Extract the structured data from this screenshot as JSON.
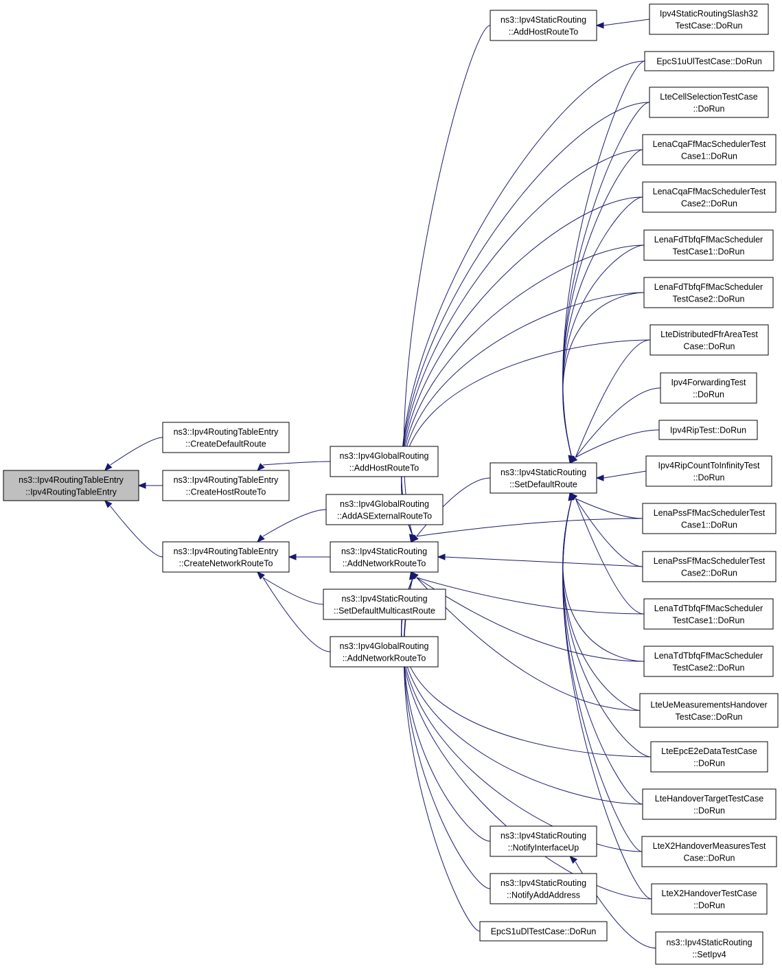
{
  "graph": {
    "type": "call-graph",
    "edge_color": "#191970",
    "root_fill": "#bfbfbf",
    "nodes": [
      {
        "id": "root",
        "lines": [
          "ns3::Ipv4RoutingTableEntry",
          "::Ipv4RoutingTableEntry"
        ],
        "root": true
      },
      {
        "id": "createDefaultRoute",
        "lines": [
          "ns3::Ipv4RoutingTableEntry",
          "::CreateDefaultRoute"
        ]
      },
      {
        "id": "createHostRouteTo",
        "lines": [
          "ns3::Ipv4RoutingTableEntry",
          "::CreateHostRouteTo"
        ]
      },
      {
        "id": "createNetworkRouteTo",
        "lines": [
          "ns3::Ipv4RoutingTableEntry",
          "::CreateNetworkRouteTo"
        ]
      },
      {
        "id": "globalAddHostRouteTo",
        "lines": [
          "ns3::Ipv4GlobalRouting",
          "::AddHostRouteTo"
        ]
      },
      {
        "id": "globalAddASExternalRouteTo",
        "lines": [
          "ns3::Ipv4GlobalRouting",
          "::AddASExternalRouteTo"
        ]
      },
      {
        "id": "staticAddNetworkRouteTo",
        "lines": [
          "ns3::Ipv4StaticRouting",
          "::AddNetworkRouteTo"
        ]
      },
      {
        "id": "staticSetDefaultMulticastRoute",
        "lines": [
          "ns3::Ipv4StaticRouting",
          "::SetDefaultMulticastRoute"
        ]
      },
      {
        "id": "globalAddNetworkRouteTo",
        "lines": [
          "ns3::Ipv4GlobalRouting",
          "::AddNetworkRouteTo"
        ]
      },
      {
        "id": "staticAddHostRouteTo",
        "lines": [
          "ns3::Ipv4StaticRouting",
          "::AddHostRouteTo"
        ]
      },
      {
        "id": "staticSetDefaultRoute",
        "lines": [
          "ns3::Ipv4StaticRouting",
          "::SetDefaultRoute"
        ]
      },
      {
        "id": "staticNotifyInterfaceUp",
        "lines": [
          "ns3::Ipv4StaticRouting",
          "::NotifyInterfaceUp"
        ]
      },
      {
        "id": "staticNotifyAddAddress",
        "lines": [
          "ns3::Ipv4StaticRouting",
          "::NotifyAddAddress"
        ]
      },
      {
        "id": "epcS1uDlDoRun",
        "lines": [
          "EpcS1uDlTestCase::DoRun"
        ]
      },
      {
        "id": "slash32",
        "lines": [
          "Ipv4StaticRoutingSlash32",
          "TestCase::DoRun"
        ]
      },
      {
        "id": "epcS1uUl",
        "lines": [
          "EpcS1uUlTestCase::DoRun"
        ]
      },
      {
        "id": "lteCellSelection",
        "lines": [
          "LteCellSelectionTestCase",
          "::DoRun"
        ]
      },
      {
        "id": "cqa1",
        "lines": [
          "LenaCqaFfMacSchedulerTest",
          "Case1::DoRun"
        ]
      },
      {
        "id": "cqa2",
        "lines": [
          "LenaCqaFfMacSchedulerTest",
          "Case2::DoRun"
        ]
      },
      {
        "id": "fdtbfq1",
        "lines": [
          "LenaFdTbfqFfMacScheduler",
          "TestCase1::DoRun"
        ]
      },
      {
        "id": "fdtbfq2",
        "lines": [
          "LenaFdTbfqFfMacScheduler",
          "TestCase2::DoRun"
        ]
      },
      {
        "id": "lteDistFfr",
        "lines": [
          "LteDistributedFfrAreaTest",
          "Case::DoRun"
        ]
      },
      {
        "id": "ipv4Forwarding",
        "lines": [
          "Ipv4ForwardingTest",
          "::DoRun"
        ]
      },
      {
        "id": "ipv4Rip",
        "lines": [
          "Ipv4RipTest::DoRun"
        ]
      },
      {
        "id": "ipv4RipCount",
        "lines": [
          "Ipv4RipCountToInfinityTest",
          "::DoRun"
        ]
      },
      {
        "id": "pss1",
        "lines": [
          "LenaPssFfMacSchedulerTest",
          "Case1::DoRun"
        ]
      },
      {
        "id": "pss2",
        "lines": [
          "LenaPssFfMacSchedulerTest",
          "Case2::DoRun"
        ]
      },
      {
        "id": "tdtbfq1",
        "lines": [
          "LenaTdTbfqFfMacScheduler",
          "TestCase1::DoRun"
        ]
      },
      {
        "id": "tdtbfq2",
        "lines": [
          "LenaTdTbfqFfMacScheduler",
          "TestCase2::DoRun"
        ]
      },
      {
        "id": "lteUeMeas",
        "lines": [
          "LteUeMeasurementsHandover",
          "TestCase::DoRun"
        ]
      },
      {
        "id": "lteEpcE2e",
        "lines": [
          "LteEpcE2eDataTestCase",
          "::DoRun"
        ]
      },
      {
        "id": "lteHandoverTarget",
        "lines": [
          "LteHandoverTargetTestCase",
          "::DoRun"
        ]
      },
      {
        "id": "lteX2Measures",
        "lines": [
          "LteX2HandoverMeasuresTest",
          "Case::DoRun"
        ]
      },
      {
        "id": "lteX2Handover",
        "lines": [
          "LteX2HandoverTestCase",
          "::DoRun"
        ]
      },
      {
        "id": "staticSetIpv4",
        "lines": [
          "ns3::Ipv4StaticRouting",
          "::SetIpv4"
        ]
      }
    ],
    "edges": [
      [
        "createDefaultRoute",
        "root"
      ],
      [
        "createHostRouteTo",
        "root"
      ],
      [
        "createNetworkRouteTo",
        "root"
      ],
      [
        "globalAddHostRouteTo",
        "createHostRouteTo"
      ],
      [
        "globalAddASExternalRouteTo",
        "createNetworkRouteTo"
      ],
      [
        "staticAddNetworkRouteTo",
        "createNetworkRouteTo"
      ],
      [
        "staticSetDefaultMulticastRoute",
        "createNetworkRouteTo"
      ],
      [
        "globalAddNetworkRouteTo",
        "createNetworkRouteTo"
      ],
      [
        "staticAddHostRouteTo",
        "staticAddNetworkRouteTo"
      ],
      [
        "staticSetDefaultRoute",
        "staticAddNetworkRouteTo"
      ],
      [
        "staticNotifyInterfaceUp",
        "staticAddNetworkRouteTo"
      ],
      [
        "staticNotifyAddAddress",
        "staticAddNetworkRouteTo"
      ],
      [
        "epcS1uDlDoRun",
        "staticAddNetworkRouteTo"
      ],
      [
        "slash32",
        "staticAddHostRouteTo"
      ],
      [
        "epcS1uUl",
        "staticAddNetworkRouteTo"
      ],
      [
        "lteCellSelection",
        "staticAddNetworkRouteTo"
      ],
      [
        "cqa1",
        "staticAddNetworkRouteTo"
      ],
      [
        "cqa2",
        "staticAddNetworkRouteTo"
      ],
      [
        "fdtbfq1",
        "staticAddNetworkRouteTo"
      ],
      [
        "fdtbfq2",
        "staticAddNetworkRouteTo"
      ],
      [
        "lteDistFfr",
        "staticAddNetworkRouteTo"
      ],
      [
        "pss1",
        "staticAddNetworkRouteTo"
      ],
      [
        "pss2",
        "staticAddNetworkRouteTo"
      ],
      [
        "tdtbfq1",
        "staticAddNetworkRouteTo"
      ],
      [
        "tdtbfq2",
        "staticAddNetworkRouteTo"
      ],
      [
        "lteUeMeas",
        "staticAddNetworkRouteTo"
      ],
      [
        "lteEpcE2e",
        "staticAddNetworkRouteTo"
      ],
      [
        "lteHandoverTarget",
        "staticAddNetworkRouteTo"
      ],
      [
        "lteX2Measures",
        "staticAddNetworkRouteTo"
      ],
      [
        "lteX2Handover",
        "staticAddNetworkRouteTo"
      ],
      [
        "epcS1uUl",
        "staticSetDefaultRoute"
      ],
      [
        "lteCellSelection",
        "staticSetDefaultRoute"
      ],
      [
        "cqa1",
        "staticSetDefaultRoute"
      ],
      [
        "cqa2",
        "staticSetDefaultRoute"
      ],
      [
        "fdtbfq1",
        "staticSetDefaultRoute"
      ],
      [
        "fdtbfq2",
        "staticSetDefaultRoute"
      ],
      [
        "lteDistFfr",
        "staticSetDefaultRoute"
      ],
      [
        "ipv4Forwarding",
        "staticSetDefaultRoute"
      ],
      [
        "ipv4Rip",
        "staticSetDefaultRoute"
      ],
      [
        "ipv4RipCount",
        "staticSetDefaultRoute"
      ],
      [
        "pss1",
        "staticSetDefaultRoute"
      ],
      [
        "pss2",
        "staticSetDefaultRoute"
      ],
      [
        "tdtbfq1",
        "staticSetDefaultRoute"
      ],
      [
        "tdtbfq2",
        "staticSetDefaultRoute"
      ],
      [
        "lteUeMeas",
        "staticSetDefaultRoute"
      ],
      [
        "lteEpcE2e",
        "staticSetDefaultRoute"
      ],
      [
        "lteHandoverTarget",
        "staticSetDefaultRoute"
      ],
      [
        "lteX2Measures",
        "staticSetDefaultRoute"
      ],
      [
        "lteX2Handover",
        "staticSetDefaultRoute"
      ],
      [
        "staticSetIpv4",
        "staticNotifyInterfaceUp"
      ]
    ]
  }
}
